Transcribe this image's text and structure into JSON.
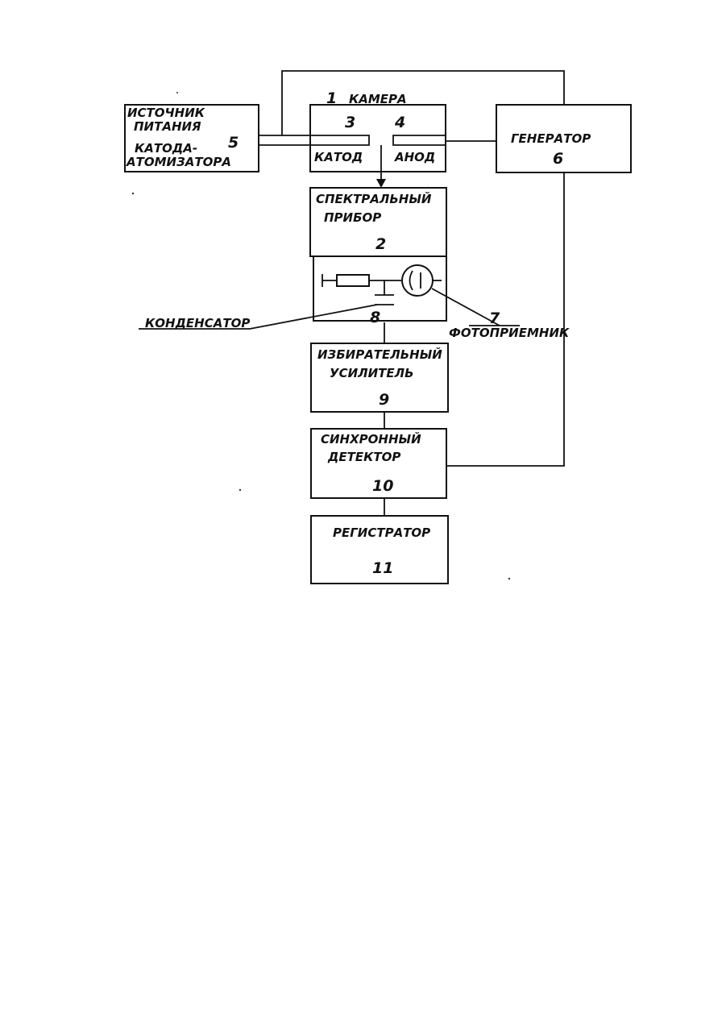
{
  "blocks": {
    "power_source": {
      "line1": "ИСТОЧНИК",
      "line2": "ПИТАНИЯ",
      "line3": "КАТОДА-",
      "line4": "АТОМИЗАТОРА",
      "number": "5"
    },
    "chamber": {
      "number": "1",
      "label": "КАМЕРА",
      "cathode_number": "3",
      "anode_number": "4",
      "cathode_label": "КАТОД",
      "anode_label": "АНОД"
    },
    "generator": {
      "label": "ГЕНЕРАТОР",
      "number": "6"
    },
    "spectral_device": {
      "line1": "СПЕКТРАЛЬНЫЙ",
      "line2": "ПРИБОР",
      "number": "2"
    },
    "capacitor": {
      "label": "КОНДЕНСАТОР",
      "number": "8"
    },
    "photodetector": {
      "number": "7",
      "label": "ФОТОПРИЕМНИК"
    },
    "selective_amplifier": {
      "line1": "ИЗБИРАТЕЛЬНЫЙ",
      "line2": "УСИЛИТЕЛЬ",
      "number": "9"
    },
    "sync_detector": {
      "line1": "СИНХРОННЫЙ",
      "line2": "ДЕТЕКТОР",
      "number": "10"
    },
    "recorder": {
      "label": "РЕГИСТРАТОР",
      "number": "11"
    }
  }
}
